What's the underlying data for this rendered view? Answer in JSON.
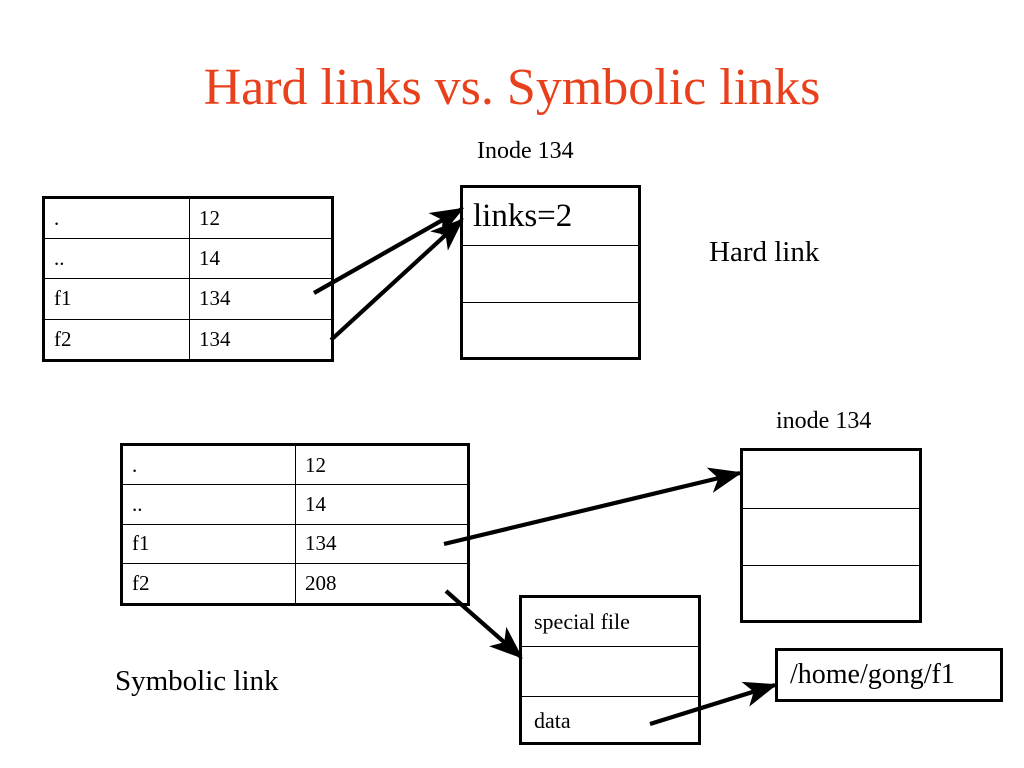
{
  "slide": {
    "title": "Hard links vs. Symbolic links",
    "title_color": "#E8401C",
    "background_color": "#FFFFFF",
    "text_color": "#000000"
  },
  "hard_link_section": {
    "caption": "Hard link",
    "directory_table": {
      "rows": [
        {
          "name": ".",
          "value": "12"
        },
        {
          "name": "..",
          "value": "14"
        },
        {
          "name": "f1",
          "value": "134"
        },
        {
          "name": "f2",
          "value": "134"
        }
      ]
    },
    "inode": {
      "label": "Inode 134",
      "rows": [
        "links=2",
        "",
        ""
      ]
    }
  },
  "symbolic_link_section": {
    "caption": "Symbolic link",
    "directory_table": {
      "rows": [
        {
          "name": ".",
          "value": "12"
        },
        {
          "name": "..",
          "value": "14"
        },
        {
          "name": "f1",
          "value": "134"
        },
        {
          "name": "f2",
          "value": "208"
        }
      ]
    },
    "inode": {
      "label": "inode 134",
      "rows": [
        "",
        "",
        ""
      ]
    },
    "special_file": {
      "rows": [
        "special file",
        "",
        "data"
      ]
    },
    "path_target": "/home/gong/f1"
  }
}
